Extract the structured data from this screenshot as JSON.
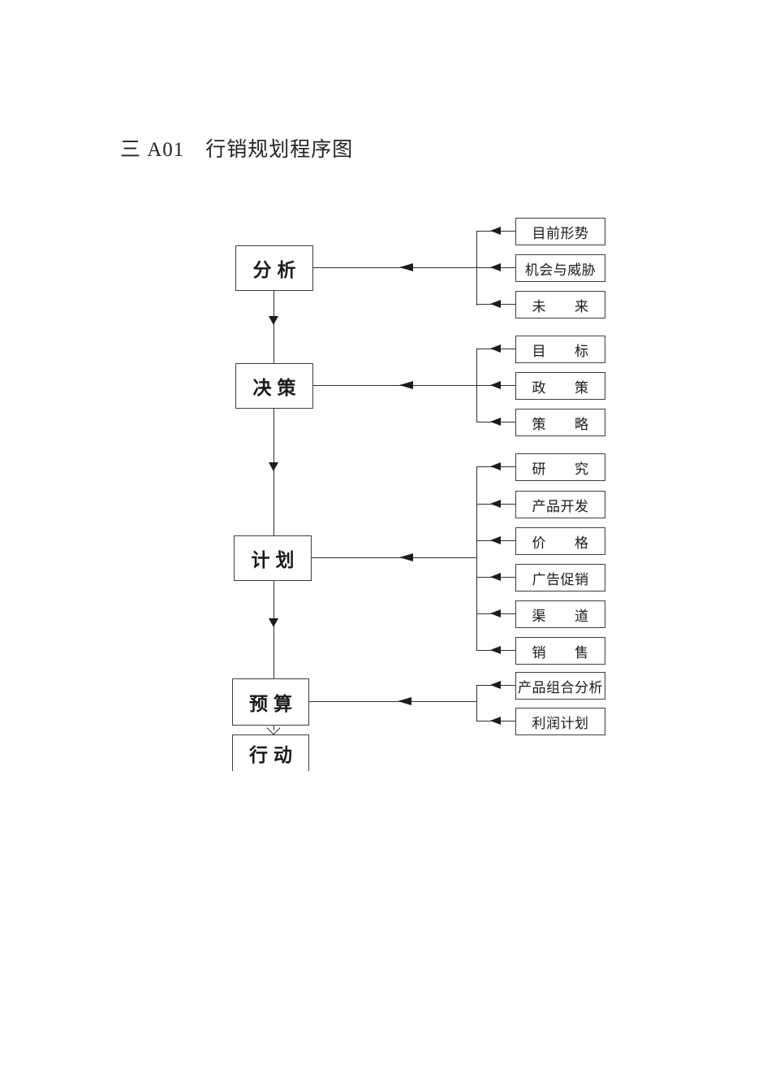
{
  "page": {
    "title": "三 A01　行销规划程序图",
    "background": "#ffffff",
    "line_color": "#2e2e2e"
  },
  "diagram": {
    "type": "flowchart",
    "flow_direction": "top-to-bottom",
    "stages": [
      {
        "label": "分析"
      },
      {
        "label": "决策"
      },
      {
        "label": "计划"
      },
      {
        "label": "预算"
      },
      {
        "label": "行动"
      }
    ],
    "groups": [
      {
        "target": "分析",
        "items": [
          {
            "label": "目前形势"
          },
          {
            "label": "机会与威胁"
          },
          {
            "label": "未　　来"
          }
        ]
      },
      {
        "target": "决策",
        "items": [
          {
            "label": "目　　标"
          },
          {
            "label": "政　　策"
          },
          {
            "label": "策　　略"
          }
        ]
      },
      {
        "target": "计划",
        "items": [
          {
            "label": "研　　究"
          },
          {
            "label": "产品开发"
          },
          {
            "label": "价　　格"
          },
          {
            "label": "广告促销"
          },
          {
            "label": "渠　　道"
          },
          {
            "label": "销　　售"
          }
        ]
      },
      {
        "target": "预算",
        "items": [
          {
            "label": "产品组合分析"
          },
          {
            "label": "利润计划"
          }
        ]
      }
    ]
  }
}
